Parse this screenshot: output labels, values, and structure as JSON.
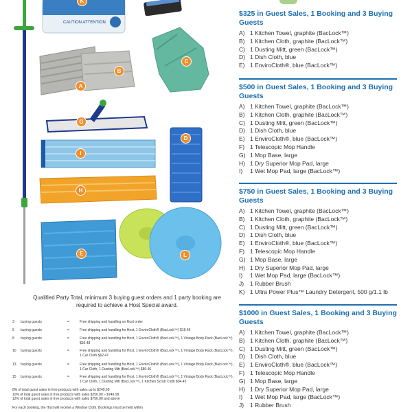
{
  "product_badges": [
    "K",
    "A",
    "B",
    "C",
    "G",
    "D",
    "I",
    "H",
    "E",
    "L"
  ],
  "product_label_lettering": [
    "CAUTION ATTENTION"
  ],
  "caption": "Qualified Party Total, minimum 3 buying guest orders and 1 party booking are required to achieve a Host Special award.",
  "rewards_table": [
    {
      "count": "3",
      "label": "buying guests",
      "eq": "=",
      "desc": "Free shipping and handling on Host order"
    },
    {
      "count": "5",
      "label": "buying guests",
      "eq": "=",
      "desc": "Free shipping and handling for Host, 1 EnviroCloth® (BacLock™) $18.49"
    },
    {
      "count": "8",
      "label": "buying guests",
      "eq": "=",
      "desc": "Free shipping and handling for Host, 1 EnviroCloth® (BacLock™), 1 Vintage Body Pack (BacLock™) $36.48"
    },
    {
      "count": "10",
      "label": "buying guests",
      "eq": "=",
      "desc": "Free shipping and handling for Host, 1 EnviroCloth® (BacLock™), 1 Vintage Body Pack (BacLock™), 1 Car Cloth $62.47"
    },
    {
      "count": "13",
      "label": "buying guests",
      "eq": "=",
      "desc": "Free shipping and handling for Host, 1 EnviroCloth® (BacLock™), 1 Vintage Body Pack (BacLock™), 1 Car Cloth, 1 Dusting Mitt (BacLock™) $80.46"
    },
    {
      "count": "15",
      "label": "buying guests",
      "eq": "=",
      "desc": "Free shipping and handling for Host, 1 EnviroCloth® (BacLock™), 1 Vintage Body Pack (BacLock™), 1 Car Cloth, 1 Dusting Mitt (BacLock™), 1 Kitchen Scrub Cloth $94.45"
    }
  ],
  "percent_lines": [
    "8% of total guest sales in free products with sales up to $249.99",
    "10% of total guest sales in free products with sales $250.00 – $749.99",
    "12% of total guest sales in free products with sales $750.00 and above"
  ],
  "booking_note": "For each booking, the Host will receive a Window Cloth. Bookings must be held within",
  "tiers": [
    {
      "title": "$325 in Guest Sales, 1 Booking and 3 Buying Guests",
      "items": [
        {
          "letter": "A)",
          "text": "1 Kitchen Towel, graphite (BacLock™)"
        },
        {
          "letter": "B)",
          "text": "1 Kitchen Cloth, graphite (BacLock™)"
        },
        {
          "letter": "C)",
          "text": "1 Dusting Mitt, green (BacLock™)"
        },
        {
          "letter": "D)",
          "text": "1 Dish Cloth, blue"
        },
        {
          "letter": "E)",
          "text": "1 EnviroCloth®, blue (BacLock™)"
        }
      ]
    },
    {
      "title": "$500 in Guest Sales, 1 Booking and 3 Buying Guests",
      "items": [
        {
          "letter": "A)",
          "text": "1 Kitchen Towel, graphite (BacLock™)"
        },
        {
          "letter": "B)",
          "text": "1 Kitchen Cloth, graphite (BacLock™)"
        },
        {
          "letter": "C)",
          "text": "1 Dusting Mitt, green (BacLock™)"
        },
        {
          "letter": "D)",
          "text": "1 Dish Cloth, blue"
        },
        {
          "letter": "E)",
          "text": "1 EnviroCloth®, blue (BacLock™)"
        },
        {
          "letter": "F)",
          "text": "1 Telescopic Mop Handle"
        },
        {
          "letter": "G)",
          "text": "1 Mop Base, large"
        },
        {
          "letter": "H)",
          "text": "1 Dry Superior Mop Pad, large"
        },
        {
          "letter": "I)",
          "text": "1 Wet Mop Pad, large (BacLock™)"
        }
      ]
    },
    {
      "title": "$750 in Guest Sales, 1 Booking and 3 Buying Guests",
      "items": [
        {
          "letter": "A)",
          "text": "1 Kitchen Towel, graphite (BacLock™)"
        },
        {
          "letter": "B)",
          "text": "1 Kitchen Cloth, graphite (BacLock™)"
        },
        {
          "letter": "C)",
          "text": "1 Dusting Mitt, green (BacLock™)"
        },
        {
          "letter": "D)",
          "text": "1 Dish Cloth, blue"
        },
        {
          "letter": "E)",
          "text": "1 EnviroCloth®, blue (BacLock™)"
        },
        {
          "letter": "F)",
          "text": "1 Telescopic Mop Handle"
        },
        {
          "letter": "G)",
          "text": "1 Mop Base, large"
        },
        {
          "letter": "H)",
          "text": "1 Dry Superior Mop Pad, large"
        },
        {
          "letter": "I)",
          "text": "1 Wet Mop Pad, large (BacLock™)"
        },
        {
          "letter": "J)",
          "text": "1 Rubber Brush"
        },
        {
          "letter": "K)",
          "text": "1 Ultra Power Plus™ Laundry Detergent, 500 g/1.1 lb"
        }
      ]
    },
    {
      "title": "$1000 in Guest Sales, 1 Booking and 3 Buying Guests",
      "items": [
        {
          "letter": "A)",
          "text": "1 Kitchen Towel, graphite (BacLock™)"
        },
        {
          "letter": "B)",
          "text": "1 Kitchen Cloth, graphite (BacLock™)"
        },
        {
          "letter": "C)",
          "text": "1 Dusting Mitt, green (BacLock™)"
        },
        {
          "letter": "D)",
          "text": "1 Dish Cloth, blue"
        },
        {
          "letter": "E)",
          "text": "1 EnviroCloth®, blue (BacLock™)"
        },
        {
          "letter": "F)",
          "text": "1 Telescopic Mop Handle"
        },
        {
          "letter": "G)",
          "text": "1 Mop Base, large"
        },
        {
          "letter": "H)",
          "text": "1 Dry Superior Mop Pad, large"
        },
        {
          "letter": "I)",
          "text": "1 Wet Mop Pad, large (BacLock™)"
        },
        {
          "letter": "J)",
          "text": "1 Rubber Brush"
        }
      ]
    }
  ],
  "colors": {
    "heading_blue": "#1d6fb2",
    "badge_orange": "#f08e2a",
    "handle_green": "#3da53f",
    "handle_navy": "#1e3a8c"
  }
}
